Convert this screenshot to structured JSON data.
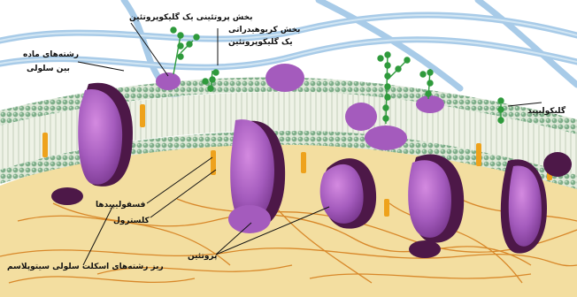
{
  "labels": {
    "glycoprotein_protein": "بخش پروتئینی یک گلیکوپروتئین",
    "glycoprotein_carb_line1": "بخش کربوهیدراتی",
    "glycoprotein_carb_line2": "یک گلیکوپروتئین",
    "ecm_fibers_line1": "رشته‌های ماده",
    "ecm_fibers_line2": "بین سلولی",
    "glycolipid": "گلیکولیپید",
    "phospholipids": "فسفولیپیدها",
    "cholesterol": "کلسترول",
    "proteins": "پروتئین",
    "cytoskeleton": "ریز رشته‌های اسکلت سلولی سیتوپلاسم"
  },
  "colors": {
    "fiber": "#9fc6e6",
    "phospholipid_head": "#7fae8a",
    "tail_zone": "#eef2e6",
    "protein": "#a45bbd",
    "protein_dark": "#4d1848",
    "cholesterol": "#eea21c",
    "cytoplasm": "#f3dea0",
    "cytoskeleton": "#d8882a",
    "sugar_chain": "#2f9a3c"
  }
}
